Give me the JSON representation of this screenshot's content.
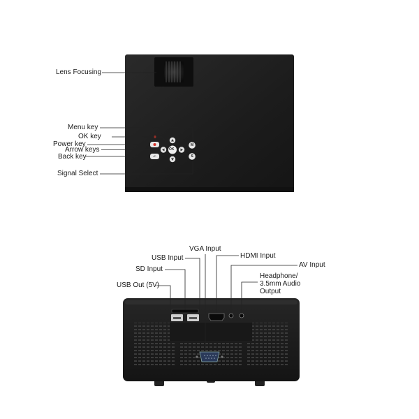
{
  "top_view": {
    "labels": {
      "lens_focusing": "Lens Focusing",
      "menu_key": "Menu key",
      "ok_key": "OK key",
      "power_key": "Power key",
      "arrow_keys": "Arrow keys",
      "back_key": "Back key",
      "signal_select": "Signal Select"
    },
    "button_glyphs": {
      "ok": "OK",
      "menu": "M",
      "signal": "S"
    }
  },
  "rear_view": {
    "labels": {
      "vga_input": "VGA Input",
      "usb_input": "USB Input",
      "hdmi_input": "HDMI Input",
      "sd_input": "SD Input",
      "av_input": "AV Input",
      "usb_out": "USB Out (5V)",
      "headphone": "Headphone/\n3.5mm Audio\nOutput"
    }
  },
  "colors": {
    "body": "#1e1e1e",
    "body_edge": "#3a3a3a",
    "leader_line": "#222222",
    "power_led": "#d8352a"
  }
}
